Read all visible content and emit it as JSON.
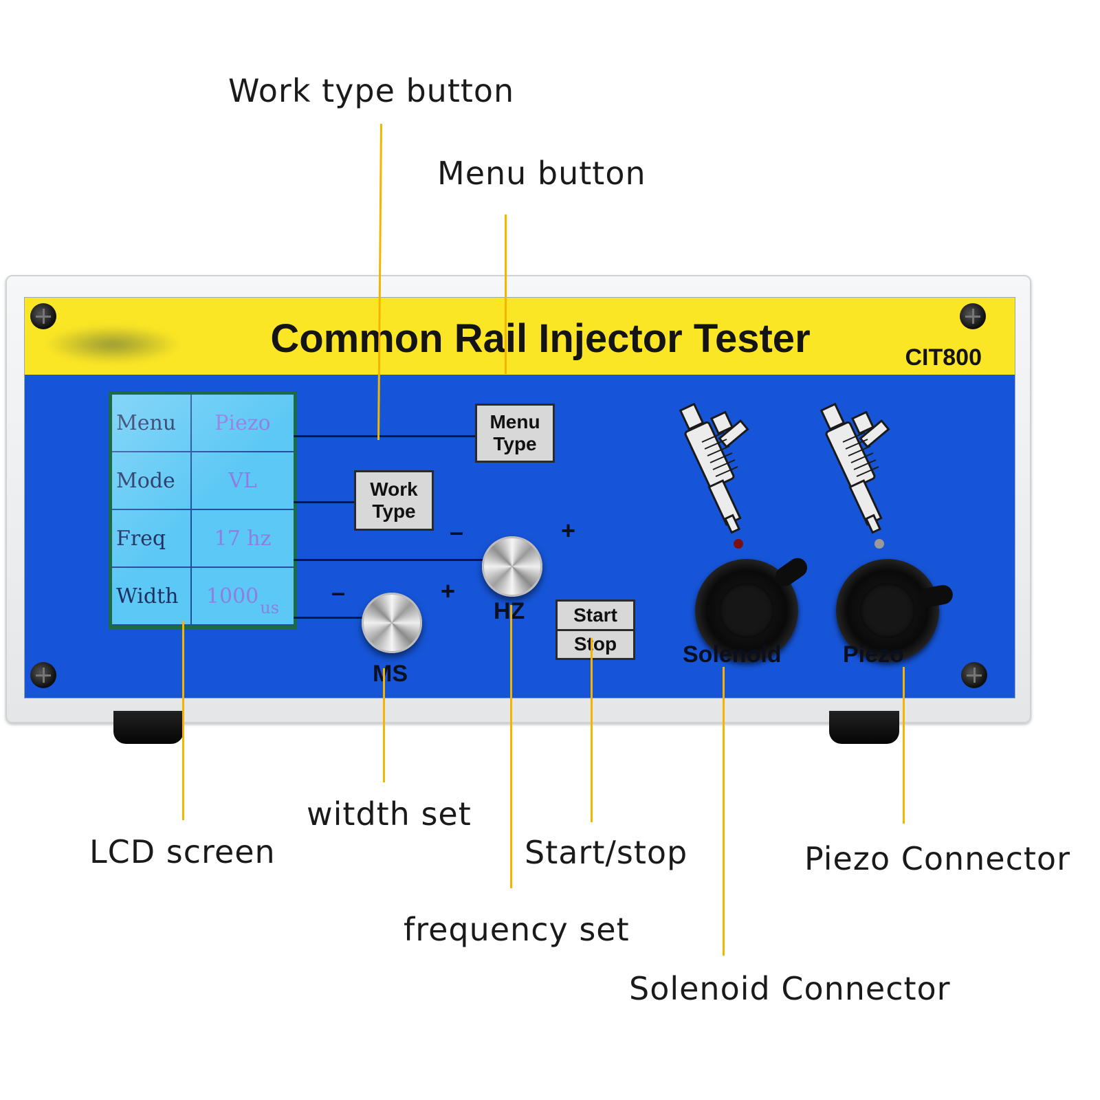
{
  "callouts": {
    "work_type_button": "Work type button",
    "menu_button": "Menu button",
    "lcd_screen": "LCD screen",
    "width_set": "witdth set",
    "start_stop": "Start/stop",
    "piezo_connector": "Piezo Connector",
    "frequency_set": "frequency set",
    "solenoid_connector": "Solenoid  Connector"
  },
  "device": {
    "title": "Common Rail Injector Tester",
    "model": "CIT800",
    "lcd": {
      "rows": [
        {
          "label": "Menu",
          "value": "Piezo",
          "unit": ""
        },
        {
          "label": "Mode",
          "value": "VL",
          "unit": ""
        },
        {
          "label": "Freq",
          "value": "17 hz",
          "unit": ""
        },
        {
          "label": "Width",
          "value": "1000",
          "unit": "us"
        }
      ]
    },
    "buttons": {
      "menu_type": {
        "line1": "Menu",
        "line2": "Type"
      },
      "work_type": {
        "line1": "Work",
        "line2": "Type"
      },
      "start_stop": {
        "line1": "Start",
        "line2": "Stop"
      }
    },
    "knobs": {
      "ms": {
        "label": "MS",
        "minus": "–",
        "plus": "+"
      },
      "hz": {
        "label": "HZ",
        "minus": "–",
        "plus": "+"
      }
    },
    "connectors": {
      "solenoid": "Solenoid",
      "piezo": "Piezo"
    }
  },
  "colors": {
    "panel_blue": "#1655d8",
    "header_yellow": "#fbe625",
    "leader_line": "#f4b400",
    "lcd_blue": "#5cc8f5",
    "lcd_value_violet": "#8f7de0"
  },
  "icons": [
    "screw-icon",
    "injector-icon",
    "knob-icon",
    "connector-icon"
  ]
}
